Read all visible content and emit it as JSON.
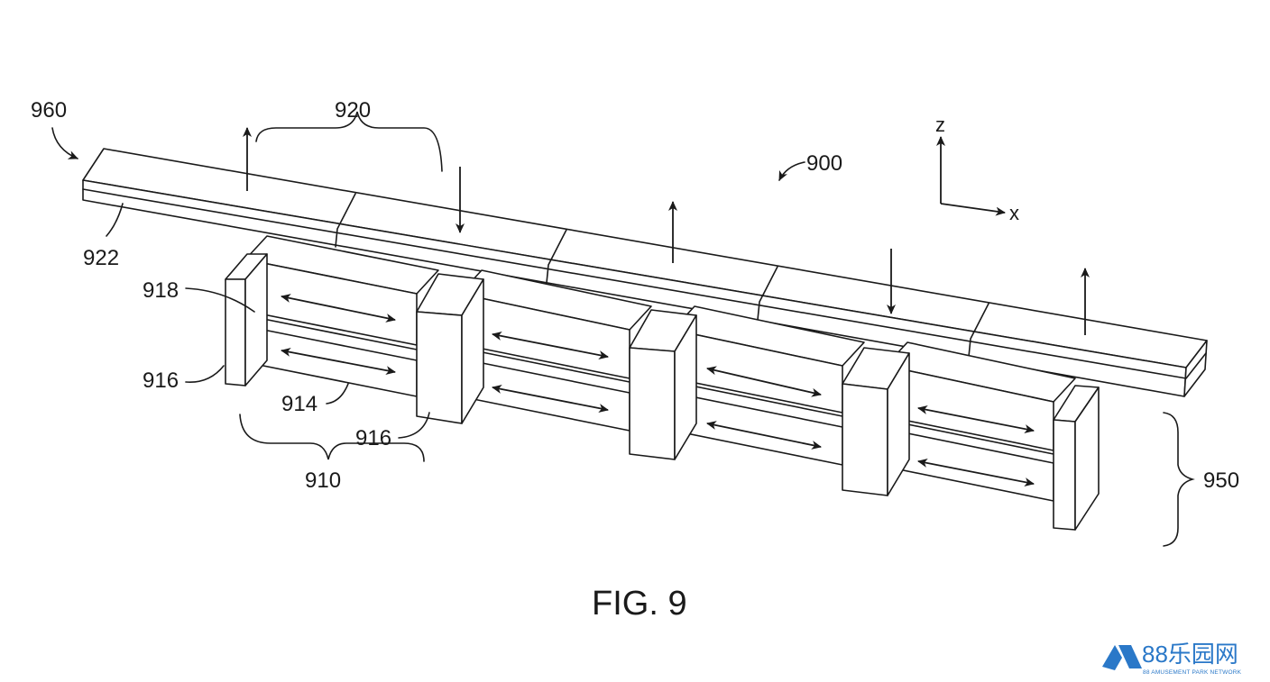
{
  "figure": {
    "caption": "FIG. 9",
    "labels": {
      "l960": "960",
      "l920": "920",
      "l900": "900",
      "l922": "922",
      "l918": "918",
      "l916a": "916",
      "l914": "914",
      "l916b": "916",
      "l910": "910",
      "l950": "950"
    },
    "axes": {
      "z": "z",
      "x": "x"
    }
  },
  "watermark": {
    "text": "88乐园网",
    "subtext": "88 AMUSEMENT PARK NETWORK",
    "icon": "stylized-wave-logo-icon",
    "color": "#2a78c8"
  }
}
